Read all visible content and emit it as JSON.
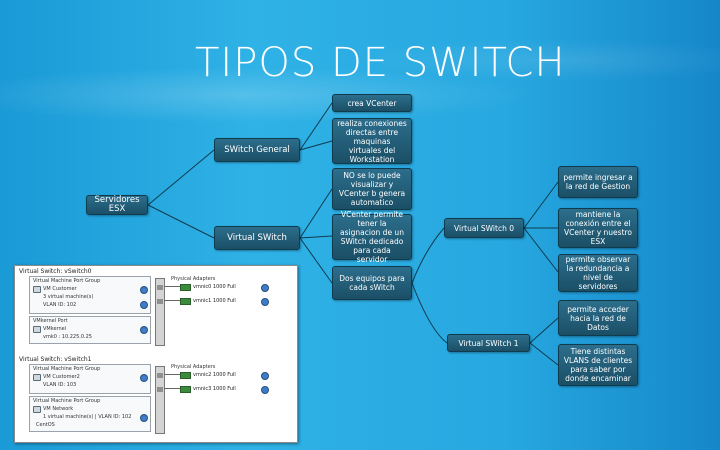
{
  "slide": {
    "title": "TIPOS DE SWITCH"
  },
  "nodes": {
    "servidores_esx": "Servidores ESX",
    "switch_general": "SWitch General",
    "virtual_switch": "Virtual SWitch",
    "crea_vcenter": "crea VCenter",
    "realiza_conexiones": "realiza conexiones directas entre maquinas virtuales del Workstation",
    "no_se_lo_puede": "NO se lo puede visualizar y VCenter b genera automatico",
    "vcenter_permite": "VCenter permite tener la asignacion de un SWitch dedicado para cada servidor",
    "dos_equipos": "Dos equipos para cada sWitch",
    "virtual_switch_0": "Virtual SWitch 0",
    "virtual_switch_1": "Virtual SWitch 1",
    "permite_ingresar": "permite ingresar a la red de Gestion",
    "mantiene_conexion": "mantiene la conexión entre el VCenter y nuestro ESX",
    "permite_observar": "permite observar la redundancia a nivel de servidores",
    "permite_acceder": "permite acceder hacia la red de Datos",
    "tiene_vlans": "Tiene distintas VLANS de clientes para saber por donde encaminar"
  },
  "screenshot": {
    "switch0": {
      "title": "Virtual Switch: vSwitch0",
      "pg_header": "Virtual Machine Port Group",
      "pg_name": "VM Customer",
      "pg_sub1": "3 virtual machine(s)",
      "pg_sub2": "VLAN ID: 102",
      "km_header": "VMkernel Port",
      "km_name": "VMkernel",
      "km_ip": "vmk0 : 10.225.0.25",
      "adapters_label": "Physical Adapters",
      "nic1": "vmnic0  1000  Full",
      "nic2": "vmnic1  1000  Full"
    },
    "switch1": {
      "title": "Virtual Switch: vSwitch1",
      "pg_header": "Virtual Machine Port Group",
      "pg_name": "VM Customer2",
      "pg_sub1": "VLAN ID: 103",
      "pg2_header": "Virtual Machine Port Group",
      "pg2_name": "VM Network",
      "pg2_sub": "1 virtual machine(s) | VLAN ID: 102",
      "vm_name": "CentOS",
      "adapters_label": "Physical Adapters",
      "nic1": "vmnic2  1000  Full",
      "nic2": "vmnic3  1000  Full"
    }
  },
  "colors": {
    "background": "#27a8e0",
    "node_fill": "#1b4f66",
    "connector": "#0f3b4e",
    "title": "#ffffff"
  }
}
